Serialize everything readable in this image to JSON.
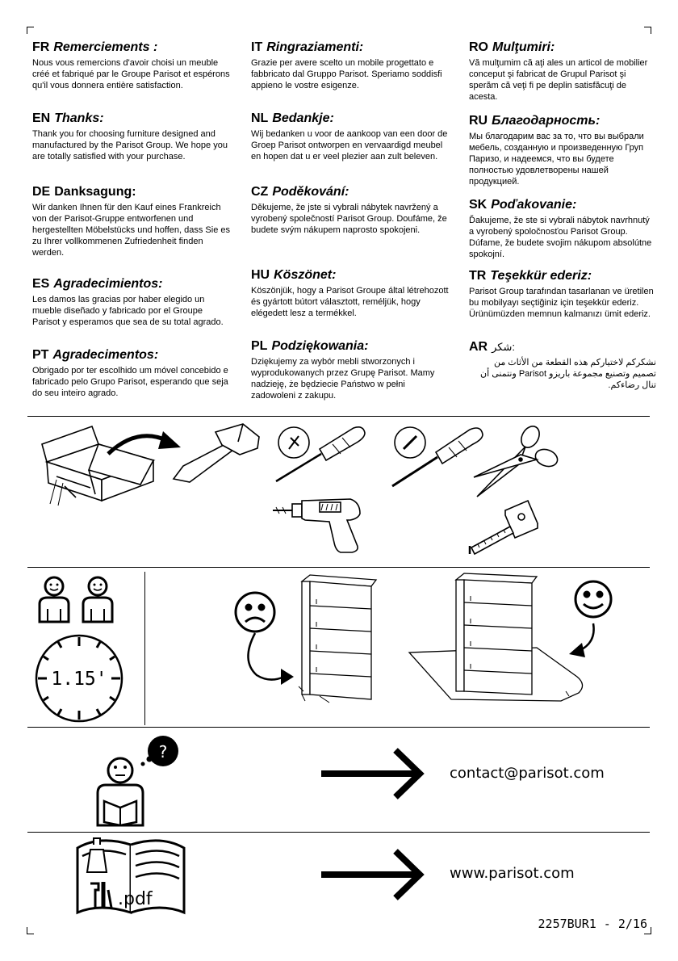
{
  "languages": [
    {
      "code": "FR",
      "word": "Remerciements :",
      "text": "Nous vous remercions d'avoir choisi un meuble créé et fabriqué par le Groupe Parisot et espérons qu'il vous donnera entière satisfaction."
    },
    {
      "code": "EN",
      "word": "Thanks:",
      "text": "Thank you for choosing furniture designed and manufactured by the Parisot Group.  We hope you are totally satisfied with your purchase."
    },
    {
      "code": "DE",
      "word": "Danksagung:",
      "text": "Wir danken Ihnen für den Kauf eines Frankreich von der Parisot-Gruppe entworfenen und hergestellten Möbelstücks und hoffen, dass Sie es zu Ihrer vollkommenen Zufriedenheit finden werden."
    },
    {
      "code": "ES",
      "word": "Agradecimientos:",
      "text": "Les damos las gracias por haber elegido un mueble diseñado y fabricado por el Groupe Parisot y esperamos que sea de su total agrado."
    },
    {
      "code": "PT",
      "word": "Agradecimentos:",
      "text": "Obrigado por ter escolhido um móvel concebido e fabricado pelo Grupo Parisot, esperando que seja do seu inteiro agrado."
    },
    {
      "code": "IT",
      "word": "Ringraziamenti:",
      "text": "Grazie per avere scelto un mobile progettato e fabbricato dal Gruppo Parisot. Speriamo soddisfi appieno le vostre esigenze."
    },
    {
      "code": "NL",
      "word": "Bedankje:",
      "text": "Wij bedanken u voor de aankoop van een door de Groep Parisot ontworpen en vervaardigd meubel en hopen dat u er veel plezier aan zult beleven."
    },
    {
      "code": "CZ",
      "word": "Poděkování:",
      "text": "Děkujeme, že jste si vybrali nábytek navržený a vyrobený společností Parisot Group. Doufáme, že budete svým nákupem naprosto spokojeni."
    },
    {
      "code": "HU",
      "word": "Köszönet:",
      "text": "Köszönjük, hogy a Parisot Groupe által létrehozott és gyártott bútort választott, reméljük, hogy elégedett lesz a termékkel."
    },
    {
      "code": "PL",
      "word": "Podziękowania:",
      "text": "Dziękujemy za wybór mebli stworzonych i wyprodukowanych przez Grupę Parisot. Mamy nadzieję, że będziecie Państwo w pełni zadowoleni z zakupu."
    },
    {
      "code": "RO",
      "word": "Mulţumiri:",
      "text": "Vă mulţumim că aţi ales un articol de mobilier conceput şi fabricat de Grupul Parisot şi sperăm că veţi fi pe deplin satisfăcuţi de acesta."
    },
    {
      "code": "RU",
      "word": "Благодарность:",
      "text": "Мы благодарим вас за то, что вы выбрали мебель, созданную и произведенную Груп Паризо, и надеемся, что вы будете полностью удовлетворены нашей продукцией."
    },
    {
      "code": "SK",
      "word": "Poďakovanie:",
      "text": "Ďakujeme, že ste si vybrali nábytok navrhnutý a vyrobený spoločnosťou Parisot Group. Dúfame, že budete svojim nákupom absolútne spokojní."
    },
    {
      "code": "TR",
      "word": "Teşekkür ederiz:",
      "text": "Parisot Group tarafından tasarlanan ve üretilen bu mobilyayı seçtiğiniz için teşekkür ederiz. Ürünümüzden memnun kalmanızı ümit ederiz."
    },
    {
      "code": "AR",
      "word": "شكر:",
      "text": "نشكركم لاختياركم هذه القطعة من الأثاث من تصميم وتصنيع مجموعة باريزو Parisot ونتمنى أن تنال رضاءكم."
    }
  ],
  "assembly": {
    "people_count": 2,
    "duration": "1.15'"
  },
  "contact": {
    "email": "contact@parisot.com",
    "website": "www.parisot.com",
    "question_mark": "?",
    "manual_label": ".pdf"
  },
  "reference": "2257BUR1 - 2/16"
}
